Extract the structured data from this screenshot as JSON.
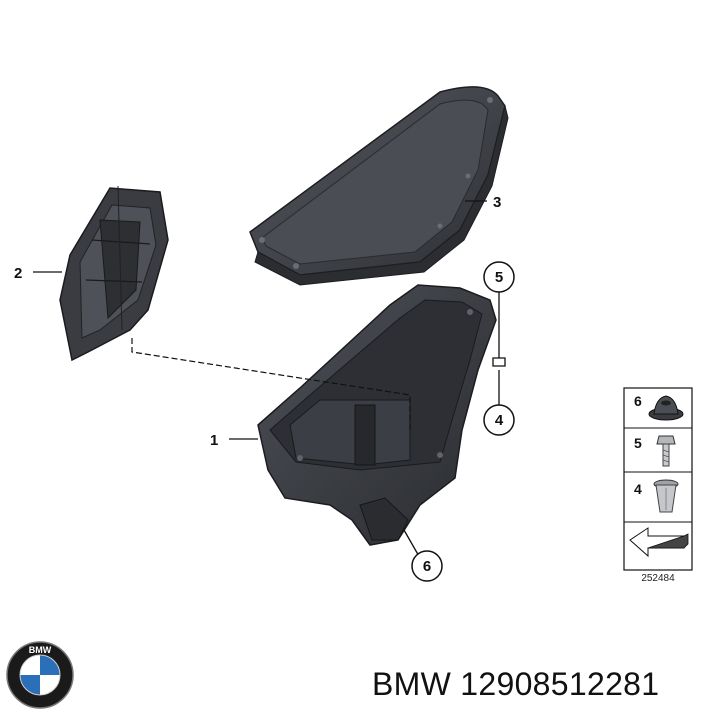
{
  "diagram": {
    "callouts": [
      {
        "id": "1",
        "label": "1"
      },
      {
        "id": "2",
        "label": "2"
      },
      {
        "id": "3",
        "label": "3"
      },
      {
        "id": "4",
        "label": "4"
      },
      {
        "id": "5",
        "label": "5"
      },
      {
        "id": "6",
        "label": "6"
      }
    ],
    "legend": {
      "rows": [
        {
          "label": "6",
          "item": "grommet"
        },
        {
          "label": "5",
          "item": "bolt"
        },
        {
          "label": "4",
          "item": "clip-nut"
        }
      ],
      "reference_number": "252484"
    }
  },
  "brand": {
    "logo_letters": "BMW",
    "part_line": "BMW 12908512281"
  },
  "colors": {
    "part_fill": "#3f4147",
    "part_dark": "#2b2d31",
    "part_light": "#5c5f66",
    "logo_blue": "#2a6fb8",
    "logo_ring": "#1a1a1a"
  }
}
